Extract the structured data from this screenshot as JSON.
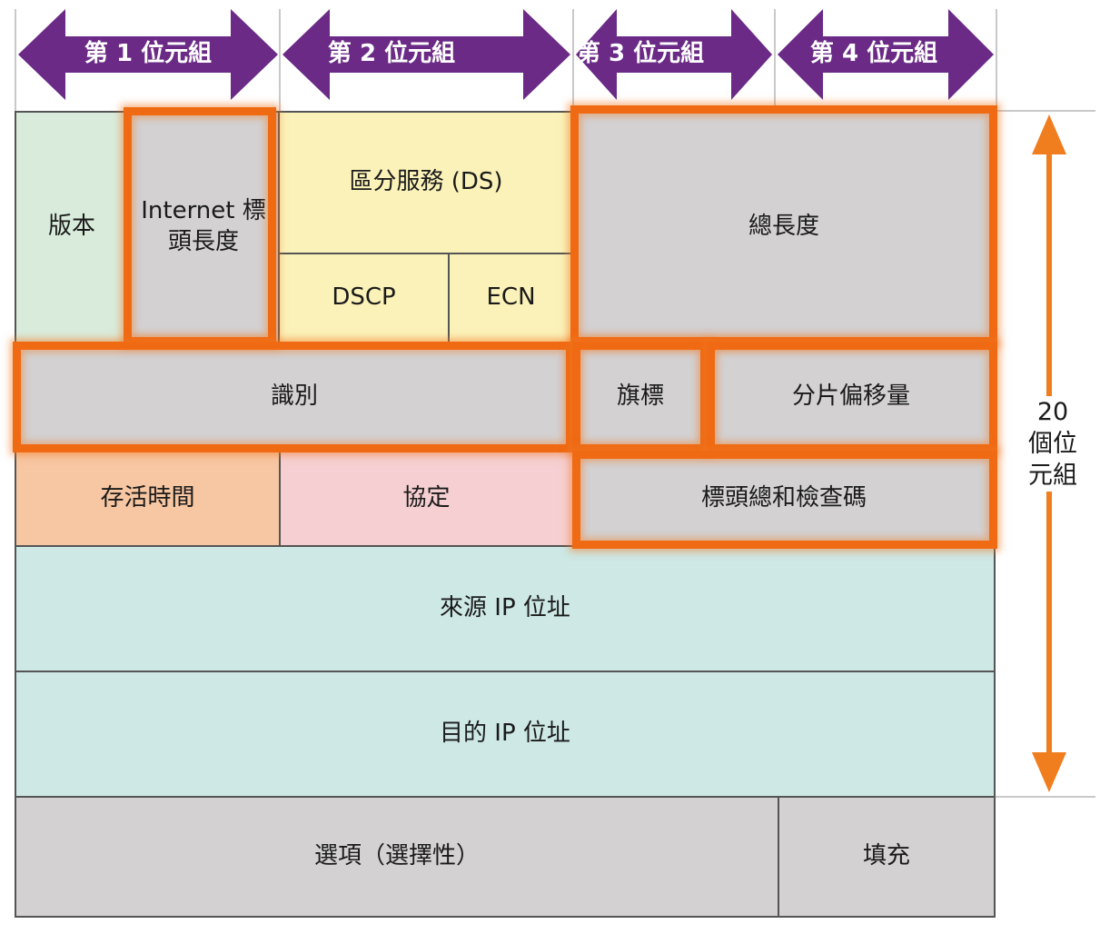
{
  "bytes": {
    "b1": "第 1 位元組",
    "b2": "第 2 位元組",
    "b3": "第 3 位元組",
    "b4": "第 4 位元組"
  },
  "fields": {
    "version": "版本",
    "ihl_line1": "Internet 標",
    "ihl_line2": "頭長度",
    "ds": "區分服務 (DS)",
    "dscp": "DSCP",
    "ecn": "ECN",
    "total_length": "總長度",
    "identification": "識別",
    "flags": "旗標",
    "fragment_offset": "分片偏移量",
    "ttl": "存活時間",
    "protocol": "協定",
    "checksum": "標頭總和檢查碼",
    "source_ip": "來源 IP 位址",
    "dest_ip": "目的 IP 位址",
    "options": "選項（選擇性）",
    "padding": "填充"
  },
  "header_size": {
    "line1": "20",
    "line2": "個位",
    "line3": "元組"
  },
  "colors": {
    "arrow_purple": "#6a2a86",
    "highlight_orange": "#ef6a13",
    "version": "#d9ecdc",
    "ds": "#fbf2b9",
    "gray": "#d3d1d2",
    "ttl": "#f7c6a2",
    "protocol": "#f5cfd1",
    "address": "#cde8e5"
  }
}
